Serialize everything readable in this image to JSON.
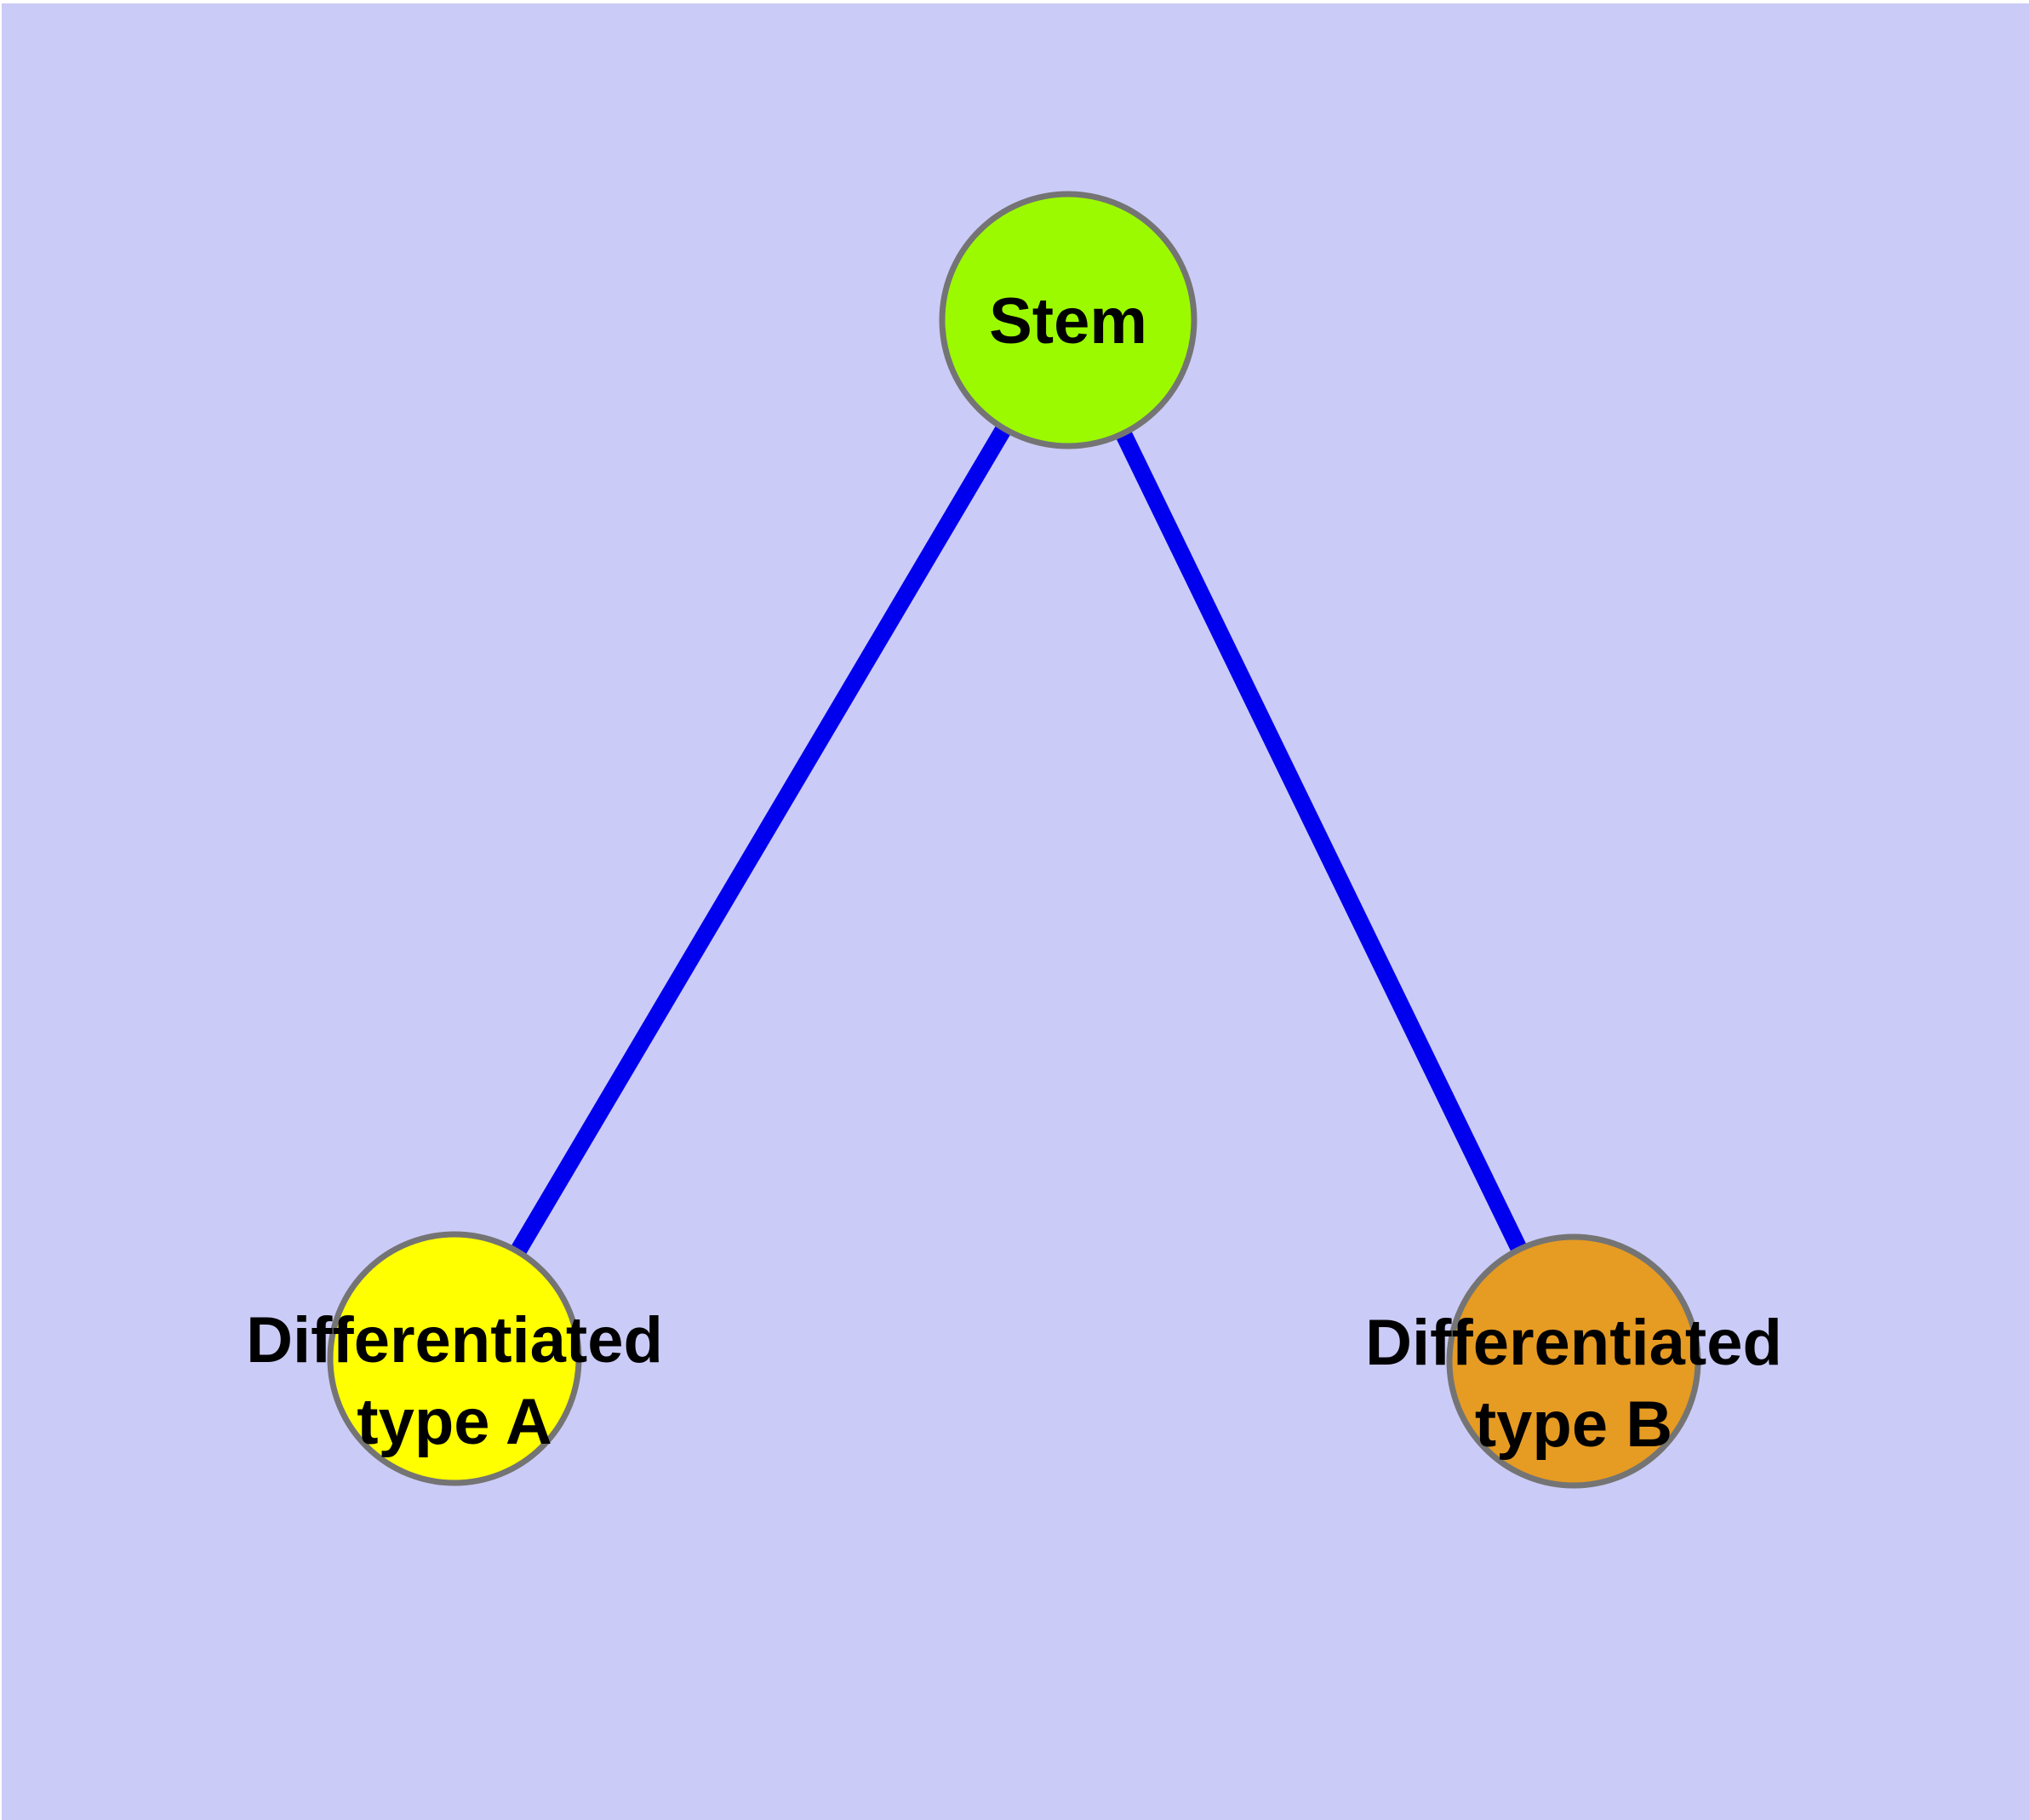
{
  "diagram": {
    "type": "node-link-graph",
    "title": "Stem cell differentiation diagram",
    "background": "#CBCBF7",
    "edge_color": "#0000EE",
    "node_border_color": "#747474",
    "label_color": "#000000",
    "nodes": {
      "stem": {
        "label": "Stem",
        "fill": "#9CFA00"
      },
      "type_a": {
        "label_line1": "Differentiated",
        "label_line2": "type A",
        "fill": "#FFFF00"
      },
      "type_b": {
        "label_line1": "Differentiated",
        "label_line2": "type B",
        "fill": "#E69B23"
      }
    },
    "edges": [
      {
        "from": "Stem",
        "to": "Differentiated type A"
      },
      {
        "from": "Stem",
        "to": "Differentiated type B"
      }
    ]
  }
}
